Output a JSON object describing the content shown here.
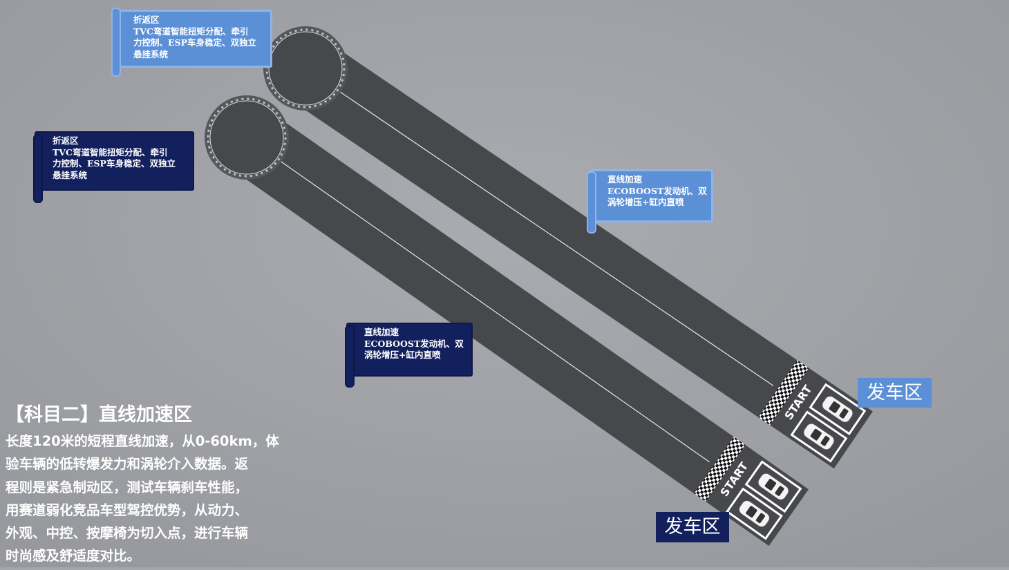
{
  "tracks": [
    {
      "id": "track-top",
      "turnaround_box": {
        "style": "light",
        "lines": [
          "折返区",
          "TVC弯道智能扭矩分配、牵引",
          "力控制、ESP车身稳定、双独立",
          "悬挂系统"
        ]
      },
      "straight_box": {
        "style": "light",
        "lines": [
          "直线加速",
          "ECOBOOST发动机、双",
          "涡轮增压+缸内直喷"
        ]
      },
      "start_text": "START",
      "zone_label": "发车区"
    },
    {
      "id": "track-bottom",
      "turnaround_box": {
        "style": "dark",
        "lines": [
          "折返区",
          "TVC弯道智能扭矩分配、牵引",
          "力控制、ESP车身稳定、双独立",
          "悬挂系统"
        ]
      },
      "straight_box": {
        "style": "dark",
        "lines": [
          "直线加速",
          "ECOBOOST发动机、双",
          "涡轮增压+缸内直喷"
        ]
      },
      "start_text": "START",
      "zone_label": "发车区"
    }
  ],
  "description": {
    "title": "【科目二】直线加速区",
    "lines": [
      "长度120米的短程直线加速，从0-60km，体",
      "验车辆的低转爆发力和涡轮介入数据。返",
      "程则是紧急制动区，测试车辆刹车性能，",
      "用赛道弱化竞品车型驾控优势，从动力、",
      "外观、中控、按摩椅为切入点，进行车辆",
      "时尚感及舒适度对比。"
    ]
  },
  "colors": {
    "background": "#a3a5aa",
    "track": "#47484c",
    "light_box": "#5b8fd6",
    "dark_box": "#13205e",
    "text": "#ffffff"
  }
}
